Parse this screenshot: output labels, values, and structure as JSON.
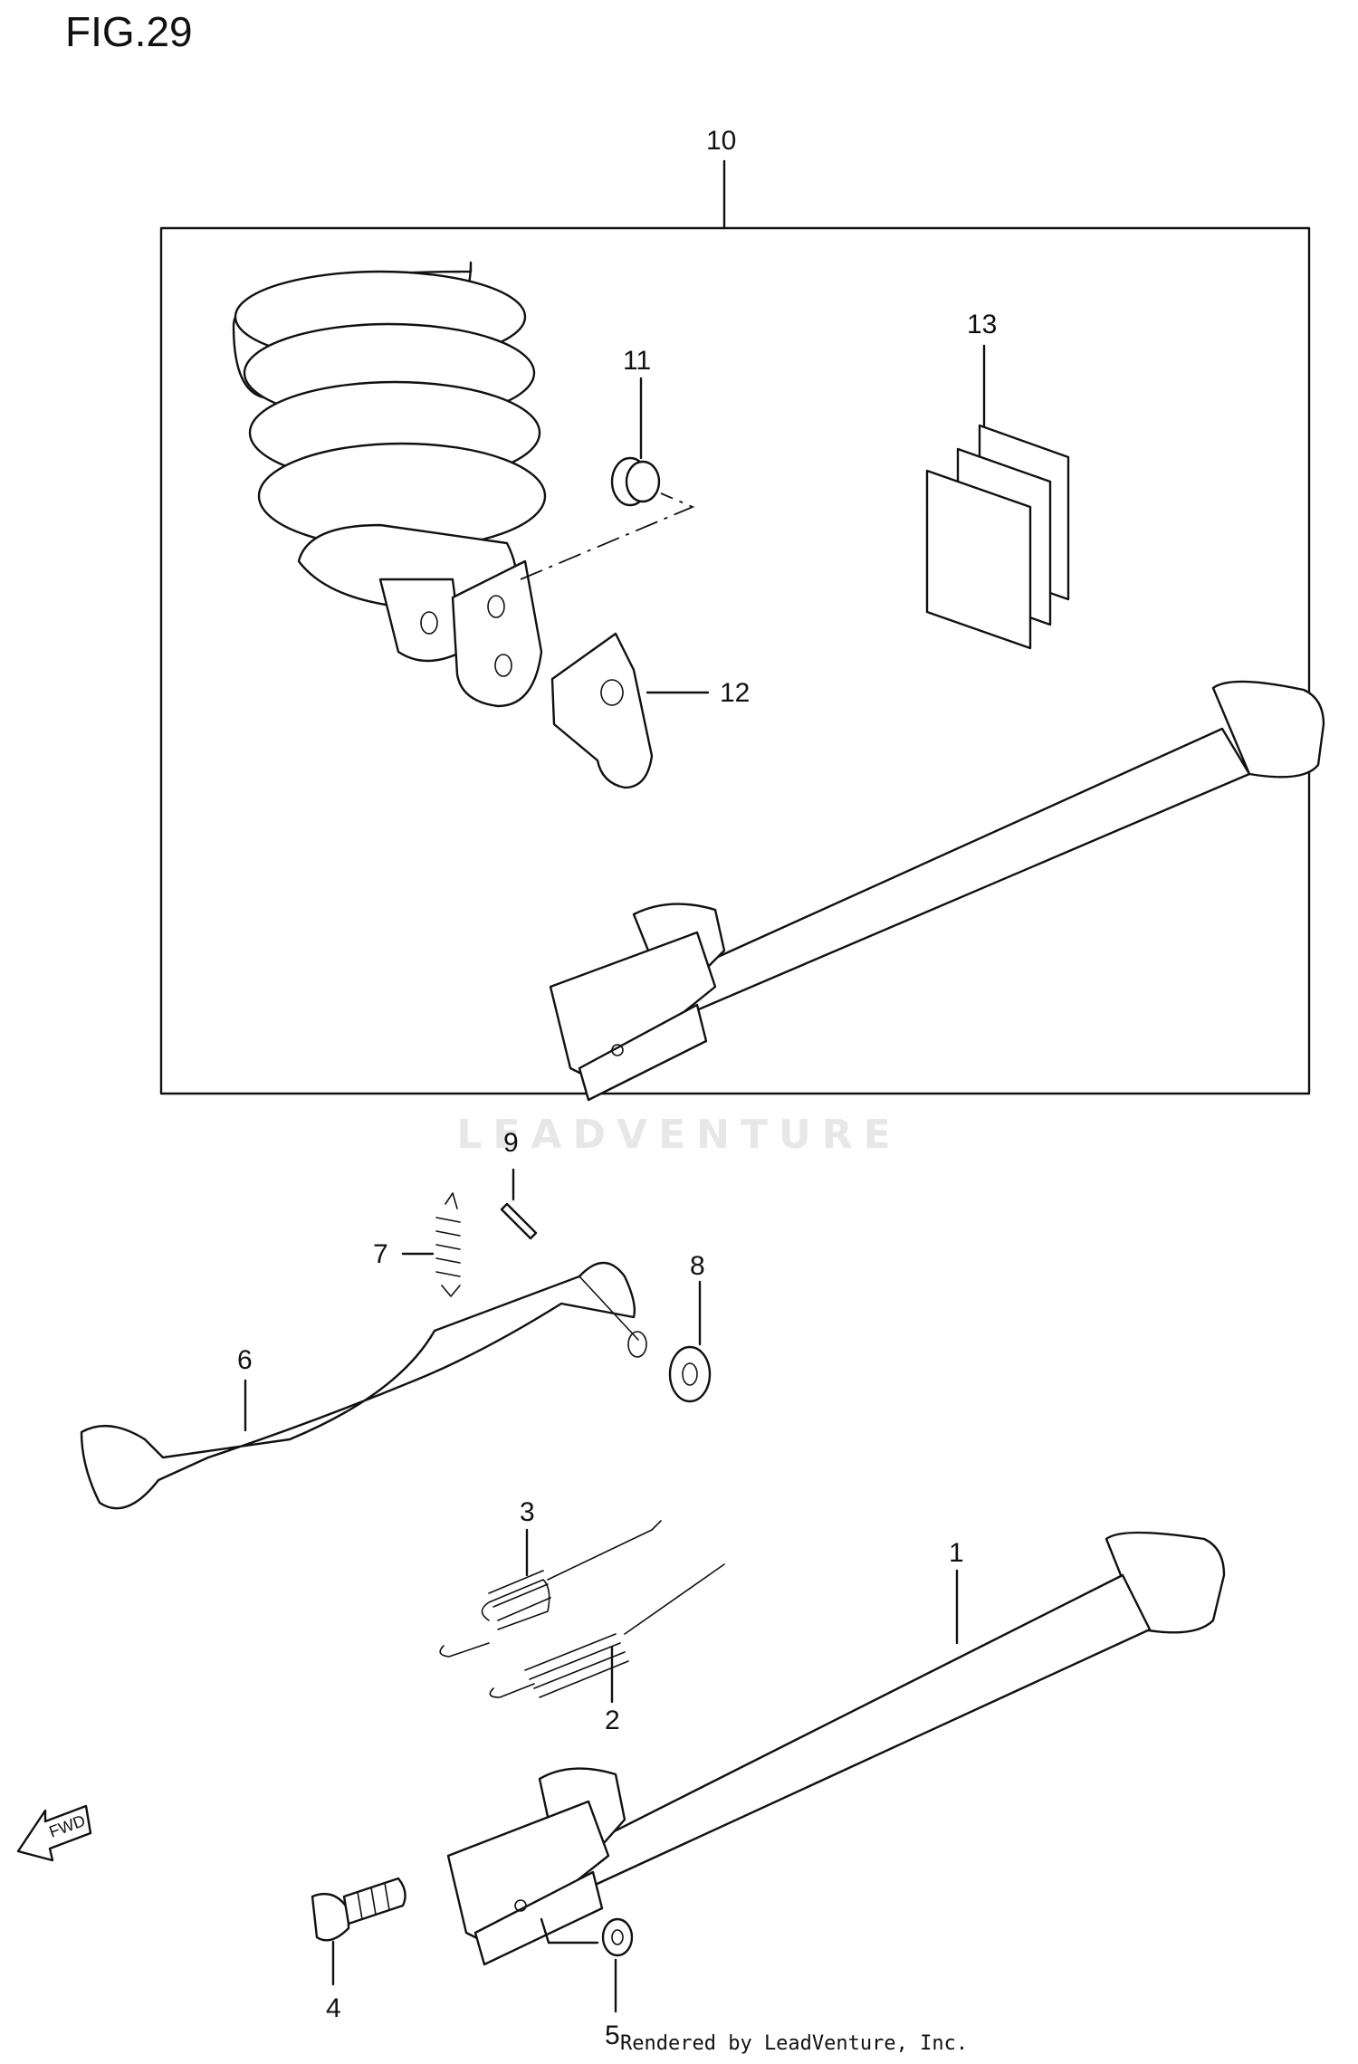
{
  "figure": {
    "title": "FIG.29"
  },
  "watermark": "LEADVENTURE",
  "footer": "Rendered by LeadVenture, Inc.",
  "fwd_label": "FWD",
  "callouts": {
    "c1": "1",
    "c2": "2",
    "c3": "3",
    "c4": "4",
    "c5": "5",
    "c6": "6",
    "c7": "7",
    "c8": "8",
    "c9": "9",
    "c10": "10",
    "c11": "11",
    "c12": "12",
    "c13": "13"
  }
}
